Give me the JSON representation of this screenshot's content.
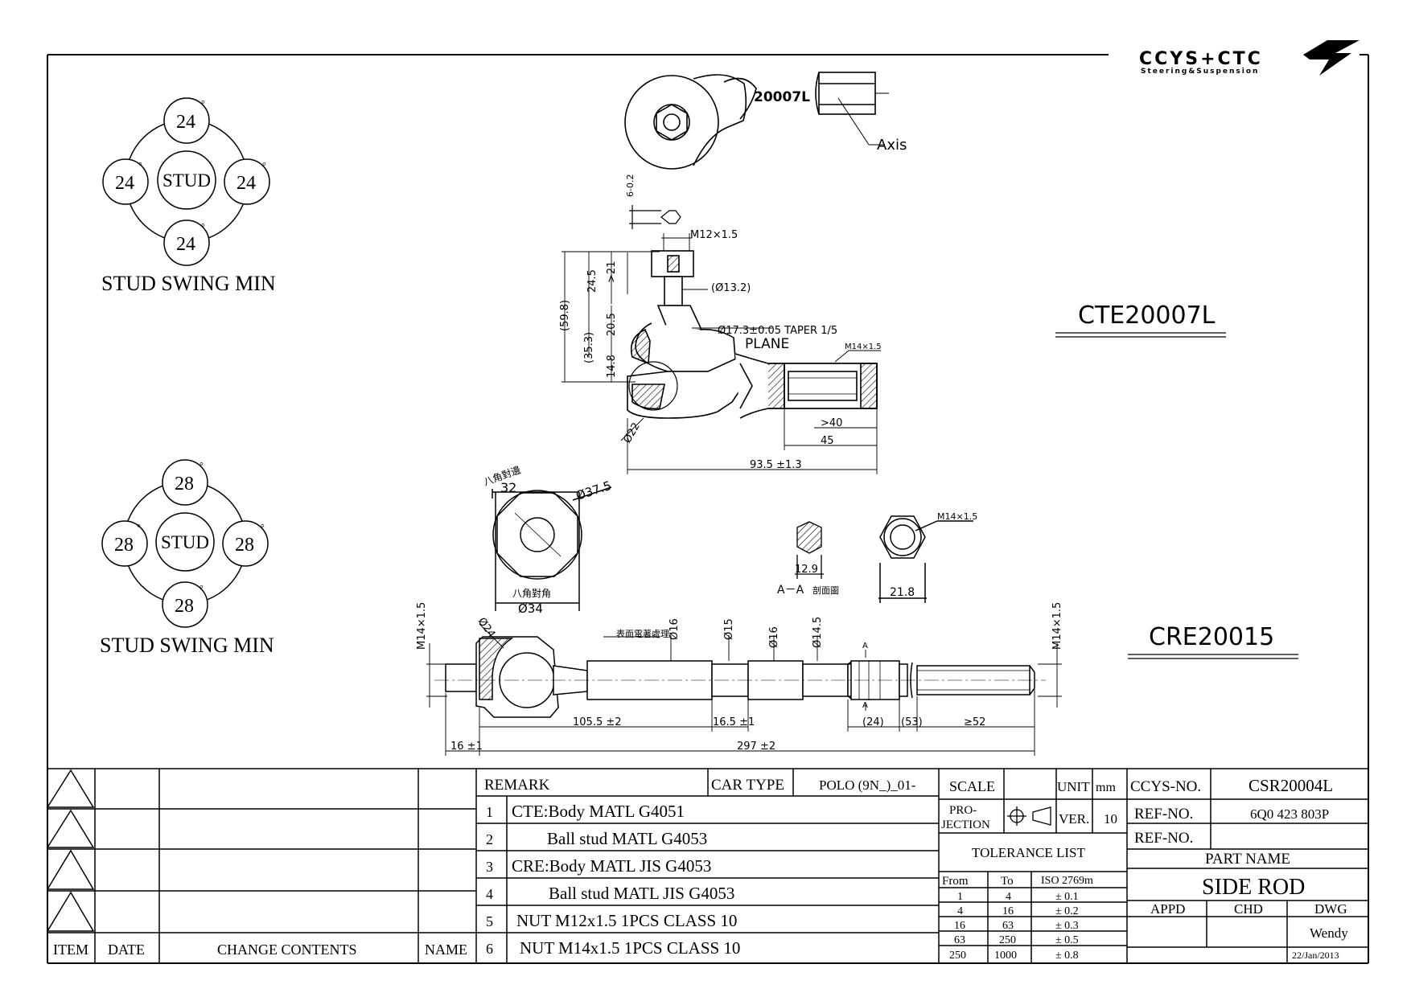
{
  "logo": {
    "brand": "CCYS+CTC",
    "tagline": "Steering&Suspension"
  },
  "swing_top": {
    "top": "24",
    "left": "24",
    "right": "24",
    "bottom": "24",
    "center": "STUD",
    "caption": "STUD SWING MIN"
  },
  "swing_bottom": {
    "top": "28",
    "left": "28",
    "right": "28",
    "bottom": "28",
    "center": "STUD",
    "caption": "STUD SWING MIN"
  },
  "cte": {
    "part_stamp": "20007L",
    "axis_label": "Axis",
    "label": "CTE20007L",
    "dims": {
      "hex_w": "6-0.2",
      "thread": "M12×1.5",
      "d_132": "(Ø13.2)",
      "taper": "Ø17.3±0.05 TAPER 1/5",
      "plane": "PLANE",
      "thread2": "M14×1.5",
      "d598": "(59.8)",
      "d353": "(35.3)",
      "d245": "24.5",
      "d21": ">21",
      "d205": "20.5",
      "d148": "14.8",
      "d22": "Ø22",
      "d40": ">40",
      "d45": "45",
      "d935": "93.5 ±1.3"
    }
  },
  "cre": {
    "label": "CRE20015",
    "dims": {
      "octagon_flats_cn": "八角對邊",
      "octagon_flats": "32",
      "d375": "Ø37.5",
      "octagon_corners_cn": "八角對角",
      "d34": "Ø34",
      "m14_left": "M14×1.5",
      "m14_right": "M14×1.5",
      "d24": "Ø24",
      "plating_note": "表面電著處理",
      "d16a": "Ø16",
      "d15": "Ø15",
      "d16b": "Ø16",
      "d145": "Ø14.5",
      "section_a": "A",
      "section_caption": "A－A",
      "section_cn": "剖面圖",
      "d129": "12.9",
      "nut_thread": "M14×1.5",
      "d218": "21.8",
      "d1055": "105.5 ±2",
      "d165": "16.5 ±1",
      "d_24": "(24)",
      "d_53": "(53)",
      "d52": "≥52",
      "d16": "16 ±1",
      "d297": "297 ±2"
    }
  },
  "revision_table": {
    "headers": [
      "ITEM",
      "DATE",
      "CHANGE CONTENTS",
      "NAME"
    ]
  },
  "remarks": {
    "header": "REMARK",
    "car_type_label": "CAR TYPE",
    "car_type": "POLO (9N_)_01-",
    "items": [
      {
        "no": "1",
        "text": "CTE:Body MATL G4051"
      },
      {
        "no": "2",
        "text": "Ball stud MATL G4053"
      },
      {
        "no": "3",
        "text": "CRE:Body MATL JIS G4053"
      },
      {
        "no": "4",
        "text": "Ball stud MATL JIS G4053"
      },
      {
        "no": "5",
        "text": "NUT M12x1.5 1PCS CLASS 10"
      },
      {
        "no": "6",
        "text": "NUT M14x1.5 1PCS CLASS 10"
      }
    ]
  },
  "spec": {
    "scale_label": "SCALE",
    "unit_label": "UNIT",
    "unit": "mm",
    "projection_label": "PRO-\nJECTION",
    "ver_label": "VER.",
    "ver": "10",
    "tolerance_title": "TOLERANCE LIST",
    "tolerance_headers": [
      "From",
      "To",
      "ISO 2769m"
    ],
    "tolerance_rows": [
      [
        "1",
        "4",
        "± 0.1"
      ],
      [
        "4",
        "16",
        "± 0.2"
      ],
      [
        "16",
        "63",
        "± 0.3"
      ],
      [
        "63",
        "250",
        "± 0.5"
      ],
      [
        "250",
        "1000",
        "± 0.8"
      ]
    ]
  },
  "title_block": {
    "ccys_no_label": "CCYS-NO.",
    "ccys_no": "CSR20004L",
    "ref_no_label": "REF-NO.",
    "ref_no": "6Q0 423 803P",
    "ref_no2_label": "REF-NO.",
    "ref_no2": "",
    "part_name_label": "PART NAME",
    "part_name": "SIDE ROD",
    "appd_label": "APPD",
    "chd_label": "CHD",
    "dwg_label": "DWG",
    "drawn_by": "Wendy",
    "date": "22/Jan/2013"
  }
}
